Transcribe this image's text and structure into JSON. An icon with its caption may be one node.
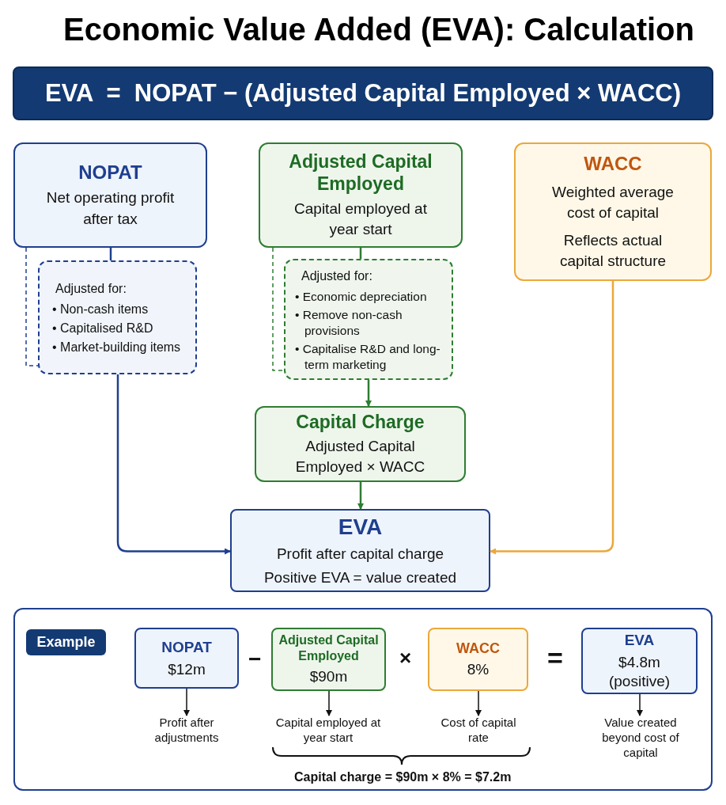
{
  "diagram": {
    "title": "Economic Value Added (EVA): Calculation",
    "nodes": [
      {
        "text": [
          "EVA  =  NOPAT − (Adjusted Capital Employed × WACC)"
        ]
      },
      {
        "text": [
          "NOPAT",
          "Net operating profit after tax"
        ]
      },
      {
        "text": [
          "Adjusted for:",
          "• Non-cash items",
          "• Capitalised R&D",
          "• Market-building items"
        ]
      },
      {
        "text": [
          "Adjusted Capital Employed",
          "Capital employed at year start"
        ]
      },
      {
        "text": [
          "Adjusted for:",
          "• Economic depreciation",
          "• Remove non-cash provisions",
          "• Capitalise R&D and long-term marketing"
        ]
      },
      {
        "text": [
          "WACC",
          "Weighted average cost of capital",
          "Reflects actual capital structure"
        ]
      },
      {
        "text": [
          "Capital Charge",
          "Adjusted Capital Employed × WACC"
        ]
      },
      {
        "text": [
          "EVA",
          "Profit after capital charge",
          "Positive EVA = value created"
        ]
      },
      {
        "text": [],
        "shape": "box"
      },
      {
        "text": [
          "Example"
        ],
        "in": 8
      },
      {
        "text": [
          "NOPAT",
          "$12m"
        ],
        "in": 8
      },
      {
        "text": [
          "Profit after adjustments"
        ],
        "in": 8
      },
      {
        "text": [
          "Adjusted Capital Employed",
          "$90m"
        ],
        "in": 8
      },
      {
        "text": [
          "Capital employed at year start"
        ],
        "in": 8
      },
      {
        "text": [
          "WACC",
          "8%"
        ],
        "in": 8
      },
      {
        "text": [
          "Cost of capital rate"
        ],
        "in": 8
      },
      {
        "text": [
          "EVA",
          "$4.8m (positive)"
        ],
        "in": 8
      },
      {
        "text": [
          "Value created beyond cost of capital"
        ],
        "in": 8
      }
    ],
    "edges": [
      {
        "from": 1,
        "to": 2,
        "arrow": "none",
        "color": "#1f3f8f"
      },
      {
        "from": 2,
        "to": 7,
        "arrow": "to",
        "color": "#1f3f8f"
      },
      {
        "from": 3,
        "to": 4,
        "arrow": "none",
        "color": "#2e7d32"
      },
      {
        "from": 4,
        "to": 6,
        "arrow": "to",
        "color": "#2e7d32"
      },
      {
        "from": 6,
        "to": 7,
        "arrow": "to",
        "color": "#2e7d32"
      },
      {
        "from": 5,
        "to": 7,
        "arrow": "to",
        "color": "#eba83a"
      },
      {
        "from": 10,
        "to": 11,
        "arrow": "to"
      },
      {
        "from": 12,
        "to": 13,
        "arrow": "to"
      },
      {
        "from": 14,
        "to": 15,
        "arrow": "to"
      },
      {
        "from": 16,
        "to": 17,
        "arrow": "to"
      }
    ],
    "labels": [
      "−",
      "×",
      "=",
      "Capital charge = $90m × 8% = $7.2m"
    ]
  }
}
